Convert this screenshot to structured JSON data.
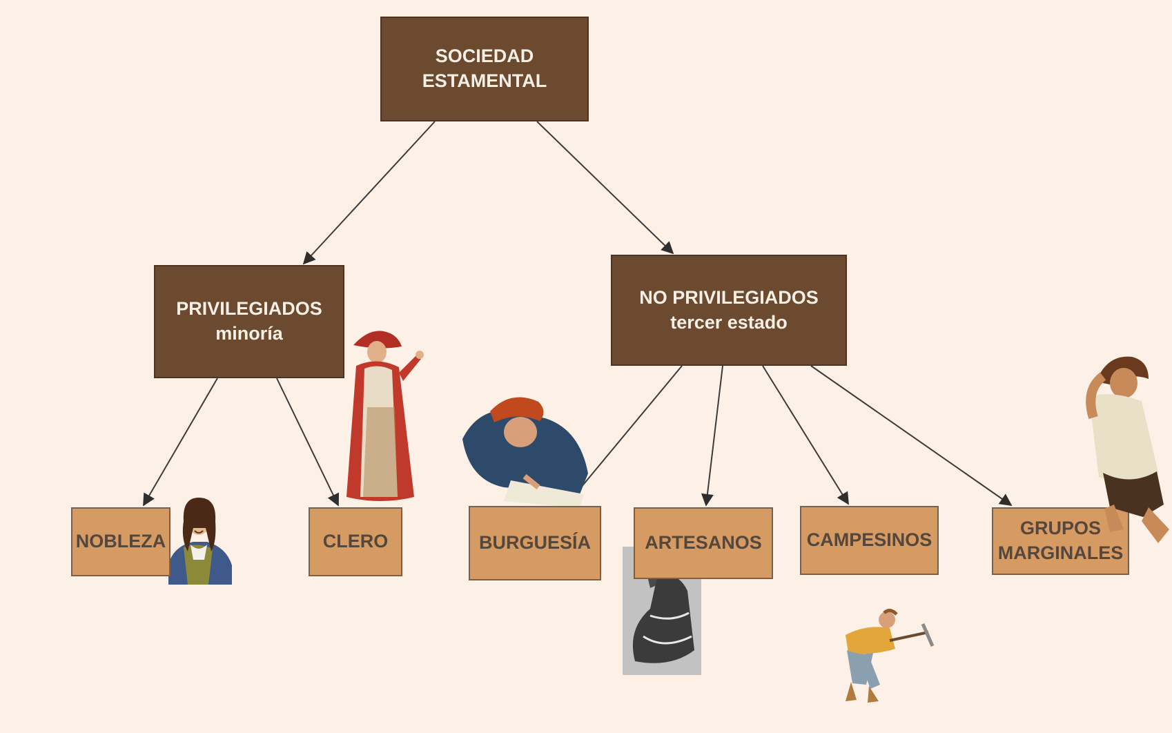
{
  "root": {
    "line1": "SOCIEDAD",
    "line2": "ESTAMENTAL"
  },
  "privileged": {
    "line1": "PRIVILEGIADOS",
    "line2": "minoría"
  },
  "non_privileged": {
    "line1": "NO PRIVILEGIADOS",
    "line2": "tercer estado"
  },
  "leaves": {
    "nobleza": "NOBLEZA",
    "clero": "CLERO",
    "burguesia": "BURGUESÍA",
    "artesanos": "ARTESANOS",
    "campesinos": "CAMPESINOS",
    "marginales_1": "GRUPOS",
    "marginales_2": "MARGINALES"
  },
  "colors": {
    "background": "#fdf0e6",
    "dark_box": "#6b4a30",
    "light_box": "#d69a63",
    "arrow": "#3a3a3a"
  }
}
